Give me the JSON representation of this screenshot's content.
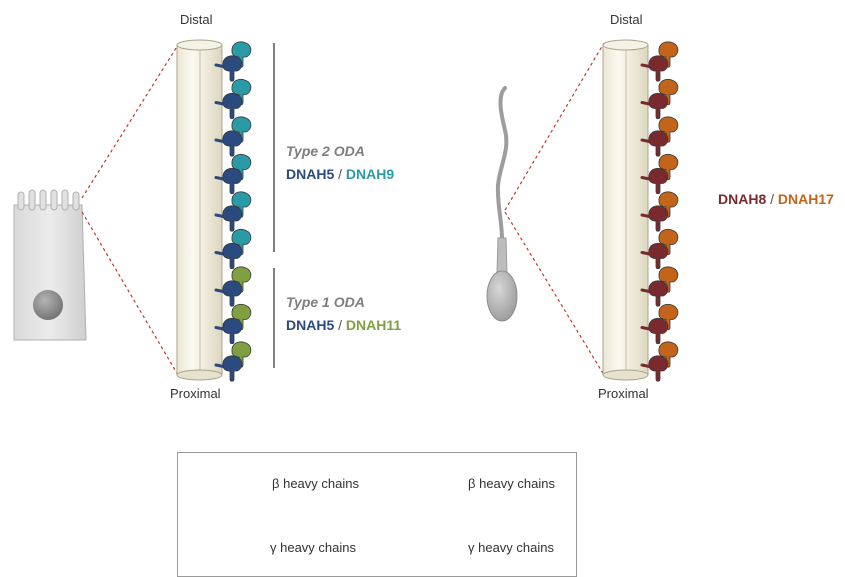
{
  "left_panel": {
    "distal_label": "Distal",
    "proximal_label": "Proximal",
    "type2": {
      "title": "Type 2 ODA",
      "gene_a": "DNAH5",
      "separator": " / ",
      "gene_b": "DNAH9"
    },
    "type1": {
      "title": "Type 1 ODA",
      "gene_a": "DNAH5",
      "separator": " / ",
      "gene_b": "DNAH11"
    }
  },
  "right_panel": {
    "distal_label": "Distal",
    "proximal_label": "Proximal",
    "genes": {
      "gene_a": "DNAH8",
      "separator": " / ",
      "gene_b": "DNAH17"
    }
  },
  "legend": {
    "left_beta": "β  heavy chains",
    "left_gamma": "γ heavy chains",
    "right_beta": "β  heavy chains",
    "right_gamma": "γ heavy chains"
  },
  "colors": {
    "navy": "#2b4a7f",
    "teal": "#2a9aa6",
    "green": "#7fa040",
    "maroon": "#7a2a2e",
    "orange": "#c2641a"
  }
}
